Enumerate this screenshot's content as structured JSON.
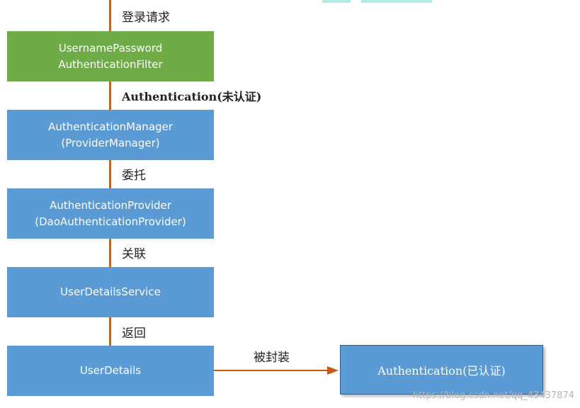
{
  "diagram": {
    "top_label": "登录请求",
    "filter_box": {
      "line1": "UsernamePassword",
      "line2": "AuthenticationFilter"
    },
    "auth_unverified_label": "Authentication(未认证)",
    "manager_box": {
      "line1": "AuthenticationManager",
      "line2": "(ProviderManager)"
    },
    "delegate_label": "委托",
    "provider_box": {
      "line1": "AuthenticationProvider",
      "line2": "(DaoAuthenticationProvider)"
    },
    "associate_label": "关联",
    "service_box": {
      "line1": "UserDetailsService"
    },
    "return_label": "返回",
    "details_box": {
      "line1": "UserDetails"
    },
    "wrap_label": "被封装",
    "verified_box": {
      "line1": "Authentication(已认证)"
    }
  },
  "watermark": "https://blog.csdn.net/qq_43437874",
  "colors": {
    "green_box": "#6fac47",
    "blue_box": "#5b9bd5",
    "connector": "#b36a2e",
    "arrow": "#c55a11"
  }
}
